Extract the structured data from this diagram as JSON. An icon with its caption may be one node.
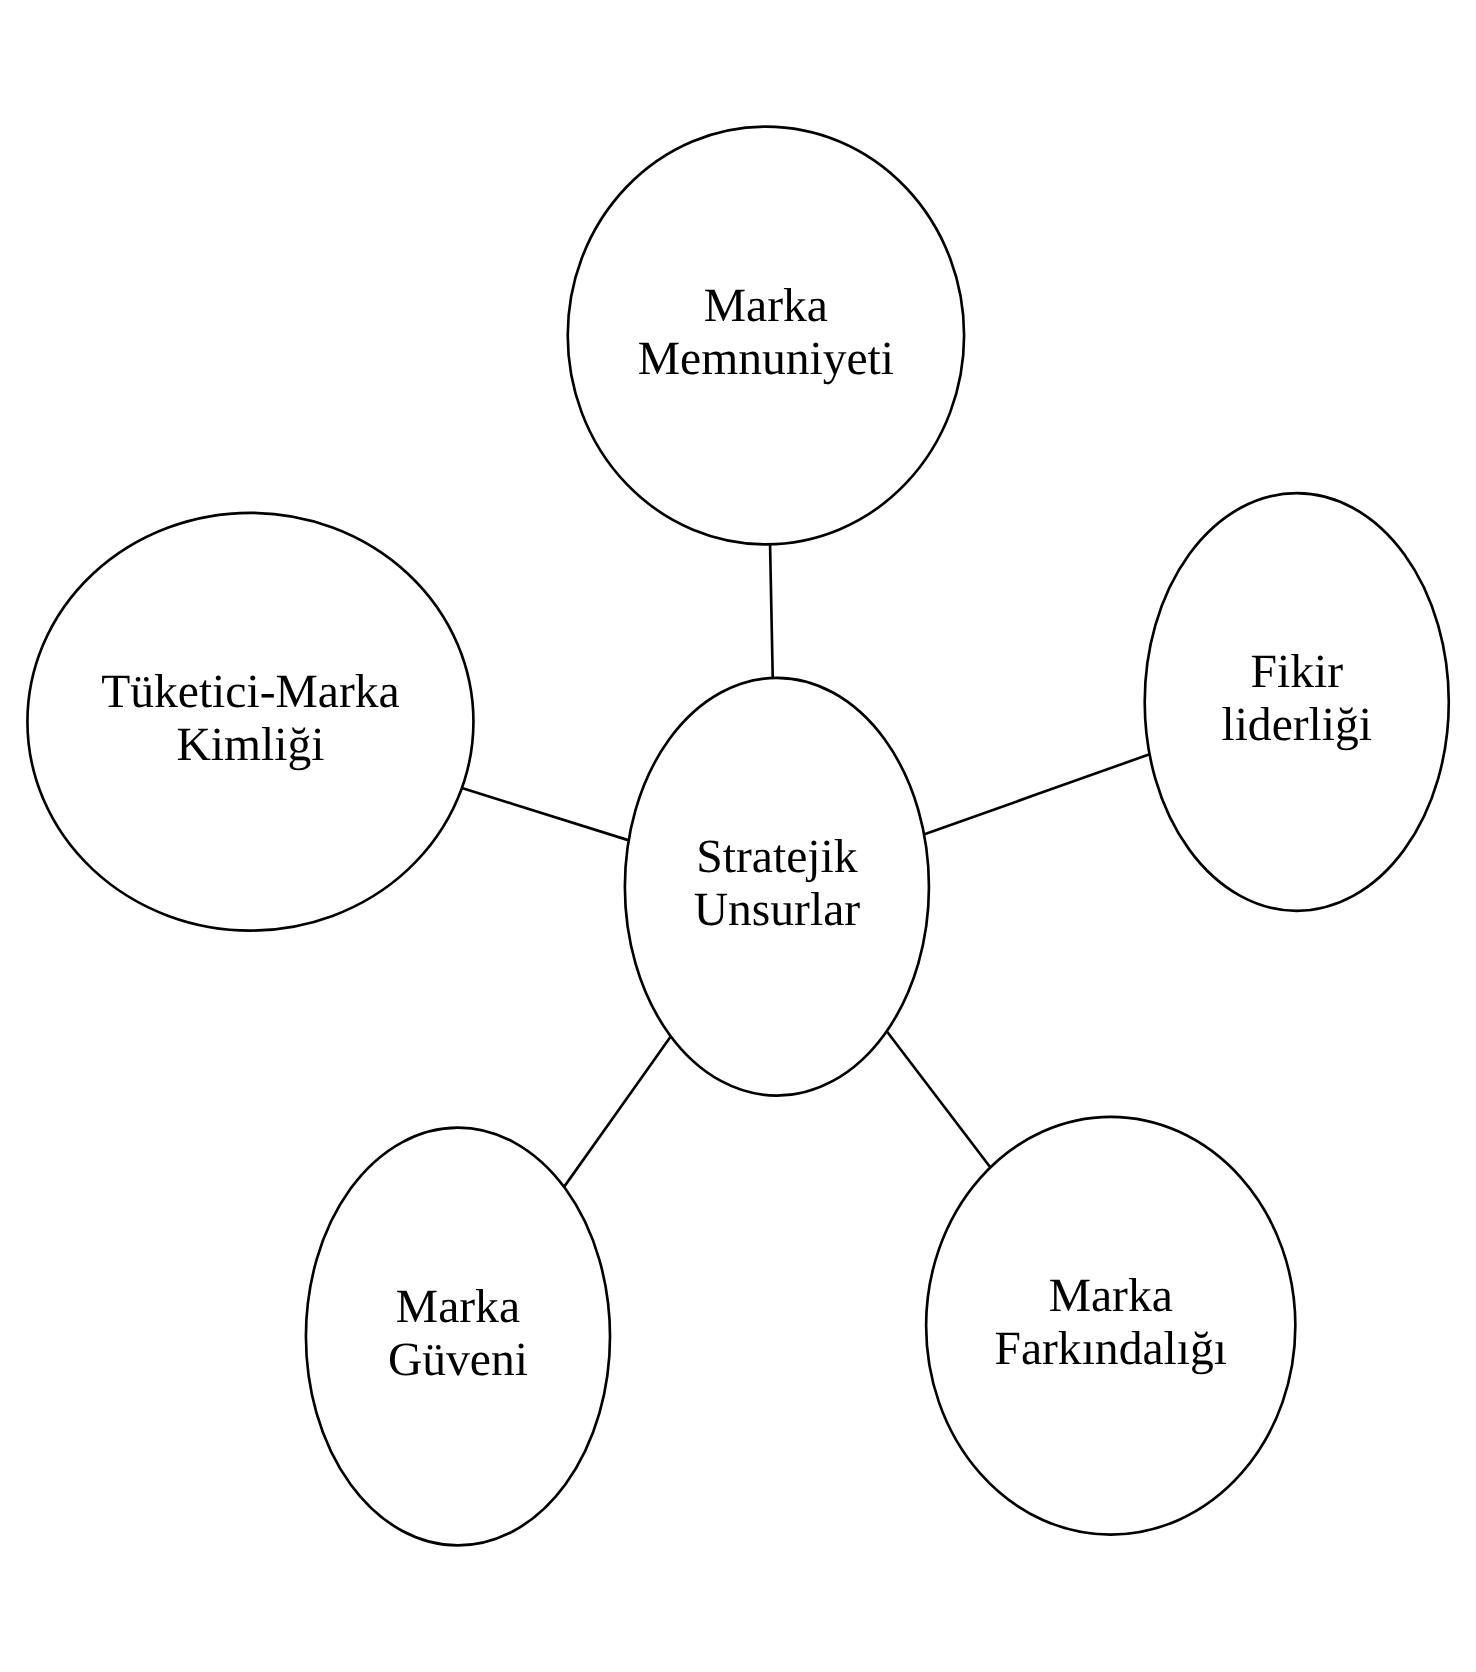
{
  "diagram": {
    "nodes": [
      {
        "text": [
          "Marka Güveni"
        ]
      },
      {
        "text": [
          "Marka Farkındalığı"
        ]
      },
      {
        "text": [
          "Stratejik Unsurlar"
        ]
      },
      {
        "text": [
          "Marka Memnuniyeti"
        ]
      },
      {
        "text": [
          "Fikir liderliği"
        ]
      },
      {
        "text": [
          "Tüketici-Marka Kimliği"
        ]
      }
    ],
    "edges": [
      {
        "from": 2,
        "to": 0,
        "arrow": "none"
      },
      {
        "from": 2,
        "to": 1,
        "arrow": "none"
      },
      {
        "from": 2,
        "to": 3,
        "arrow": "none"
      },
      {
        "from": 2,
        "to": 4,
        "arrow": "none"
      },
      {
        "from": 2,
        "to": 5,
        "arrow": "none"
      }
    ]
  }
}
